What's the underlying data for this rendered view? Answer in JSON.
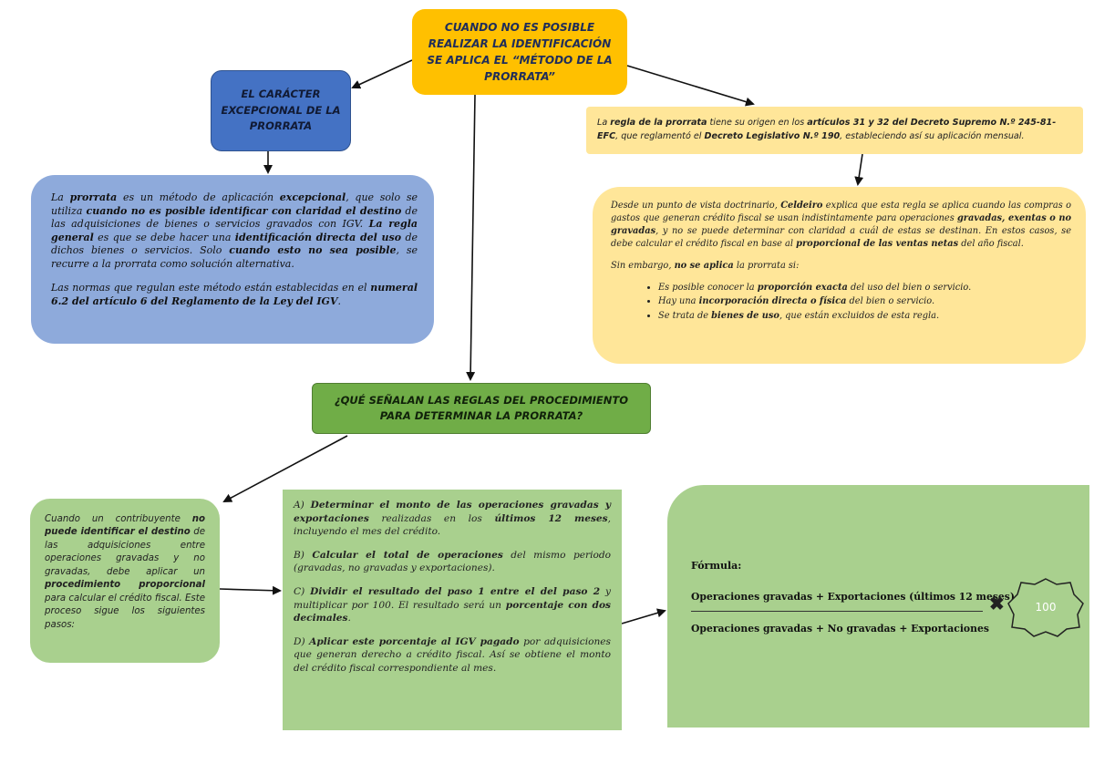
{
  "top_box": {
    "text": "CUANDO NO ES POSIBLE REALIZAR LA IDENTIFICACIÓN SE APLICA EL “MÉTODO DE LA PRORRATA”"
  },
  "blue_title": {
    "text": "EL CARÁCTER EXCEPCIONAL DE LA PRORRATA"
  },
  "blue_body": {
    "p1": [
      {
        "t": "La ",
        "b": false
      },
      {
        "t": "prorrata",
        "b": true
      },
      {
        "t": " es un método de aplicación ",
        "b": false
      },
      {
        "t": "excepcional",
        "b": true
      },
      {
        "t": ", que solo se utiliza ",
        "b": false
      },
      {
        "t": "cuando no es posible identificar con claridad el destino",
        "b": true
      },
      {
        "t": " de las adquisiciones de bienes o servicios gravados con IGV. ",
        "b": false
      },
      {
        "t": "La regla general",
        "b": true
      },
      {
        "t": " es que se debe hacer una ",
        "b": false
      },
      {
        "t": "identificación directa del uso",
        "b": true
      },
      {
        "t": " de dichos bienes o servicios. Solo ",
        "b": false
      },
      {
        "t": "cuando esto no sea posible",
        "b": true
      },
      {
        "t": ", se recurre a la prorrata como solución alternativa.",
        "b": false
      }
    ],
    "p2": [
      {
        "t": "Las normas que regulan este método están establecidas en el ",
        "b": false
      },
      {
        "t": "numeral 6.2 del artículo 6 del Reglamento de la Ley del IGV",
        "b": true
      },
      {
        "t": ".",
        "b": false
      }
    ]
  },
  "rule_origin": [
    {
      "t": "La ",
      "b": false
    },
    {
      "t": "regla de la prorrata",
      "b": true
    },
    {
      "t": " tiene su origen en los ",
      "b": false
    },
    {
      "t": "artículos 31 y 32 del Decreto Supremo N.º 245-81-EFC",
      "b": true
    },
    {
      "t": ", que reglamentó el ",
      "b": false
    },
    {
      "t": "Decreto Legislativo N.º 190",
      "b": true
    },
    {
      "t": ", estableciendo así su aplicación mensual.",
      "b": false
    }
  ],
  "doctrine": {
    "p1": [
      {
        "t": "Desde un punto de vista doctrinario, ",
        "b": false
      },
      {
        "t": "Celdeiro",
        "b": true
      },
      {
        "t": " explica que esta regla se aplica cuando las compras o gastos que generan crédito fiscal se usan indistintamente para operaciones ",
        "b": false
      },
      {
        "t": "gravadas, exentas o no gravadas",
        "b": true
      },
      {
        "t": ", y no se puede determinar con claridad a cuál de estas se destinan. En estos casos, se debe calcular el crédito fiscal en base al ",
        "b": false
      },
      {
        "t": "proporcional de las ventas netas",
        "b": true
      },
      {
        "t": " del año fiscal.",
        "b": false
      }
    ],
    "p2": [
      {
        "t": "Sin embargo, ",
        "b": false
      },
      {
        "t": "no se aplica",
        "b": true
      },
      {
        "t": " la prorrata si:",
        "b": false
      }
    ],
    "bullets": [
      [
        {
          "t": "Es posible conocer la ",
          "b": false
        },
        {
          "t": "proporción exacta",
          "b": true
        },
        {
          "t": " del uso del bien o servicio.",
          "b": false
        }
      ],
      [
        {
          "t": "Hay una ",
          "b": false
        },
        {
          "t": "incorporación directa o física",
          "b": true
        },
        {
          "t": " del bien o servicio.",
          "b": false
        }
      ],
      [
        {
          "t": "Se trata de ",
          "b": false
        },
        {
          "t": "bienes de uso",
          "b": true
        },
        {
          "t": ", que están excluidos de esta regla.",
          "b": false
        }
      ]
    ]
  },
  "green_question": {
    "text": "¿QUÉ SEÑALAN LAS REGLAS DEL PROCEDIMIENTO PARA DETERMINAR LA PRORRATA?"
  },
  "green_left": [
    {
      "t": "Cuando un contribuyente ",
      "b": false
    },
    {
      "t": "no puede identificar el destino",
      "b": true
    },
    {
      "t": " de las adquisiciones entre operaciones gravadas y no gravadas, debe aplicar un ",
      "b": false
    },
    {
      "t": "procedimiento proporcional",
      "b": true
    },
    {
      "t": " para calcular el crédito fiscal. Este proceso sigue los siguientes pasos:",
      "b": false
    }
  ],
  "steps": [
    [
      {
        "t": "A) ",
        "b": false
      },
      {
        "t": "Determinar el monto de las operaciones gravadas y exportaciones",
        "b": true
      },
      {
        "t": " realizadas en los ",
        "b": false
      },
      {
        "t": "últimos 12 meses",
        "b": true
      },
      {
        "t": ", incluyendo el mes del crédito.",
        "b": false
      }
    ],
    [
      {
        "t": "B) ",
        "b": false
      },
      {
        "t": "Calcular el total de operaciones",
        "b": true
      },
      {
        "t": " del mismo periodo (gravadas, no gravadas y exportaciones).",
        "b": false
      }
    ],
    [
      {
        "t": "C) ",
        "b": false
      },
      {
        "t": "Dividir el resultado del paso 1 entre el del paso 2",
        "b": true
      },
      {
        "t": " y multiplicar por 100. El resultado será un ",
        "b": false
      },
      {
        "t": "porcentaje con dos decimales",
        "b": true
      },
      {
        "t": ".",
        "b": false
      }
    ],
    [
      {
        "t": "D) ",
        "b": false
      },
      {
        "t": "Aplicar este porcentaje al IGV pagado",
        "b": true
      },
      {
        "t": " por adquisiciones que generan derecho a crédito fiscal. Así se obtiene el monto del crédito fiscal correspondiente al mes.",
        "b": false
      }
    ]
  ],
  "formula": {
    "label": "Fórmula:",
    "numerator": "Operaciones gravadas + Exportaciones (últimos 12 meses)",
    "denominator": "Operaciones gravadas + No gravadas + Exportaciones",
    "multiplier": "100",
    "times_icon": "times-icon"
  },
  "colors": {
    "orange": "#ffc000",
    "blue_dark": "#4472c4",
    "blue_light": "#8eaadb",
    "yellow_light": "#ffe699",
    "green_dark": "#70ad47",
    "green_light": "#a9d08e"
  }
}
